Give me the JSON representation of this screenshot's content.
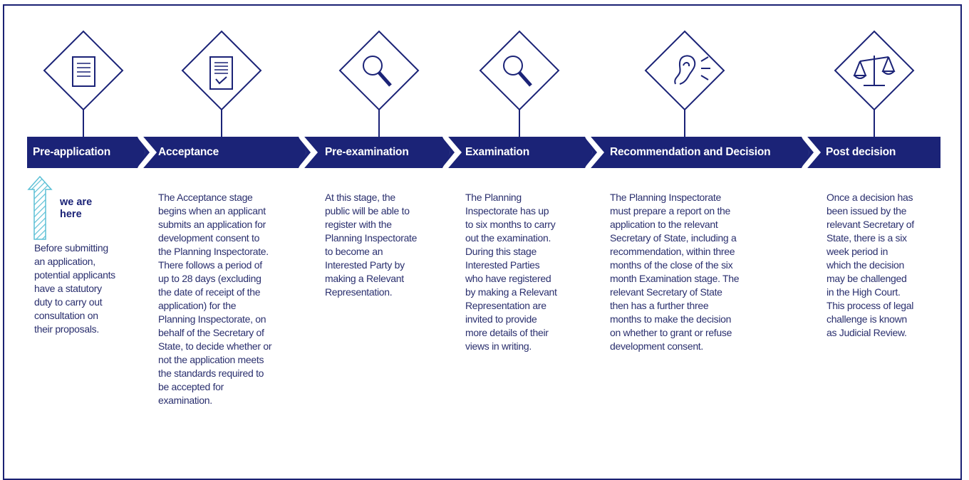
{
  "colors": {
    "navy": "#1b2377",
    "text": "#2a2f6e",
    "arrow_hatch": "#5cc0d6"
  },
  "stages": [
    {
      "label": "Pre-application",
      "icon": "document-icon"
    },
    {
      "label": "Acceptance",
      "icon": "checklist-icon"
    },
    {
      "label": "Pre-examination",
      "icon": "magnifier-icon"
    },
    {
      "label": "Examination",
      "icon": "magnifier-icon"
    },
    {
      "label": "Recommendation and Decision",
      "icon": "ear-icon"
    },
    {
      "label": "Post decision",
      "icon": "scales-icon"
    }
  ],
  "marker": {
    "line1": "we are",
    "line2": "here"
  },
  "descriptions": [
    [
      "Before submitting",
      "an application,",
      "potential applicants",
      "have a statutory",
      "duty to carry out",
      "consultation on",
      "their proposals."
    ],
    [
      "The Acceptance stage",
      "begins when an applicant",
      "submits an application for",
      "development consent to",
      "the Planning Inspectorate.",
      "There follows a period of",
      "up to 28 days (excluding",
      "the date of receipt of the",
      "application) for the",
      "Planning Inspectorate, on",
      "behalf of the Secretary of",
      "State, to decide whether or",
      "not the application meets",
      "the standards required to",
      "be accepted for",
      "examination."
    ],
    [
      "At this stage, the",
      "public will be able to",
      "register with the",
      "Planning Inspectorate",
      "to become an",
      "Interested Party by",
      "making a Relevant",
      "Representation."
    ],
    [
      "The Planning",
      "Inspectorate has up",
      "to six months to carry",
      "out the examination.",
      "During this stage",
      "Interested Parties",
      "who have registered",
      "by making a Relevant",
      "Representation are",
      "invited to provide",
      "more details of their",
      "views in writing."
    ],
    [
      "The Planning Inspectorate",
      "must prepare a report on the",
      "application to the relevant",
      "Secretary of State, including a",
      "recommendation, within three",
      "months of the close of the six",
      "month Examination stage. The",
      "relevant Secretary of State",
      "then has a further three",
      "months to make the decision",
      "on whether to grant or refuse",
      "development consent."
    ],
    [
      "Once a decision has",
      "been issued by the",
      "relevant Secretary of",
      "State, there is a six",
      "week period in",
      "which the decision",
      "may be challenged",
      "in the High Court.",
      "This process of legal",
      "challenge is known",
      "as Judicial Review."
    ]
  ]
}
